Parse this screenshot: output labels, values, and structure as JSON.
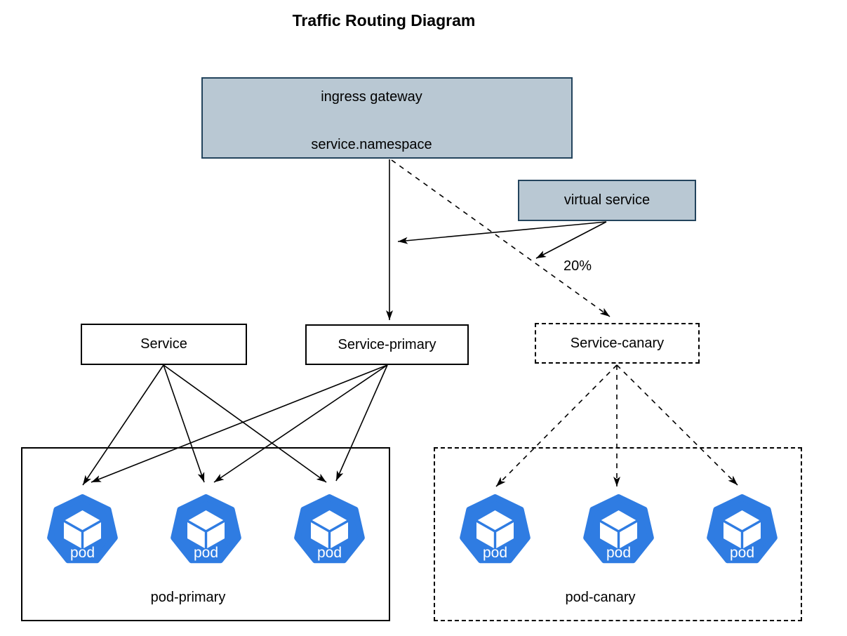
{
  "title": "Traffic Routing Diagram",
  "colors": {
    "node_fill": "#b9c8d3",
    "node_stroke": "#23445d",
    "k8s_blue": "#2f7ce2",
    "line": "#000000",
    "background": "#ffffff",
    "text": "#000000",
    "pod_text": "#ffffff"
  },
  "nodes": {
    "ingress_gateway": {
      "line1": "ingress gateway",
      "line2": "service.namespace"
    },
    "virtual_service": {
      "label": "virtual service"
    },
    "service": {
      "label": "Service"
    },
    "service_primary": {
      "label": "Service-primary"
    },
    "service_canary": {
      "label": "Service-canary"
    }
  },
  "edge_labels": {
    "canary_weight": "20%"
  },
  "groups": {
    "pod_primary": {
      "label": "pod-primary"
    },
    "pod_canary": {
      "label": "pod-canary"
    }
  },
  "pods": [
    {
      "label": "pod"
    },
    {
      "label": "pod"
    },
    {
      "label": "pod"
    },
    {
      "label": "pod"
    },
    {
      "label": "pod"
    },
    {
      "label": "pod"
    }
  ]
}
